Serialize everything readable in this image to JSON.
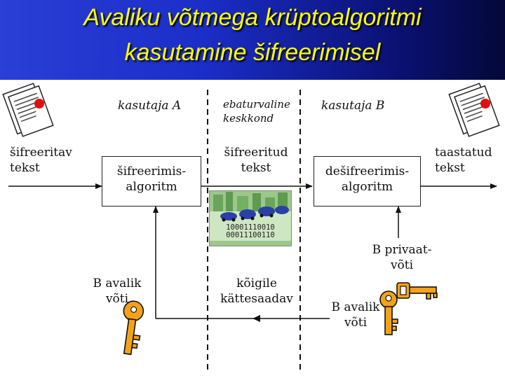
{
  "title": {
    "line1": "Avaliku võtmega krüptoalgoritmi",
    "line2": "kasutamine šifreerimisel"
  },
  "zones": {
    "user_a": "kasutaja A",
    "insecure_line1": "ebaturvaline",
    "insecure_line2": "keskkond",
    "user_b": "kasutaja B"
  },
  "labels": {
    "plaintext_line1": "šifreeritav",
    "plaintext_line2": "tekst",
    "ciphertext_line1": "šifreeritud",
    "ciphertext_line2": "tekst",
    "restored_line1": "taastatud",
    "restored_line2": "tekst",
    "public_key_a_line1": "B avalik",
    "public_key_a_line2": "võti",
    "available_line1": "kõigile",
    "available_line2": "kättesaadav",
    "private_key_line1": "B privaat-",
    "private_key_line2": "võti",
    "public_key_b_line1": "B avalik",
    "public_key_b_line2": "võti"
  },
  "boxes": {
    "encrypt_line1": "šifreerimis-",
    "encrypt_line2": "algoritm",
    "decrypt_line1": "dešifreerimis-",
    "decrypt_line2": "algoritm"
  },
  "illustration": {
    "binary_line1": "10001110010",
    "binary_line2": "00011100110"
  },
  "colors": {
    "header_start": "#2a3fd6",
    "header_end": "#040838",
    "title_text": "#ffff00",
    "key_fill": "#f3a219",
    "seal_red": "#e01010"
  }
}
